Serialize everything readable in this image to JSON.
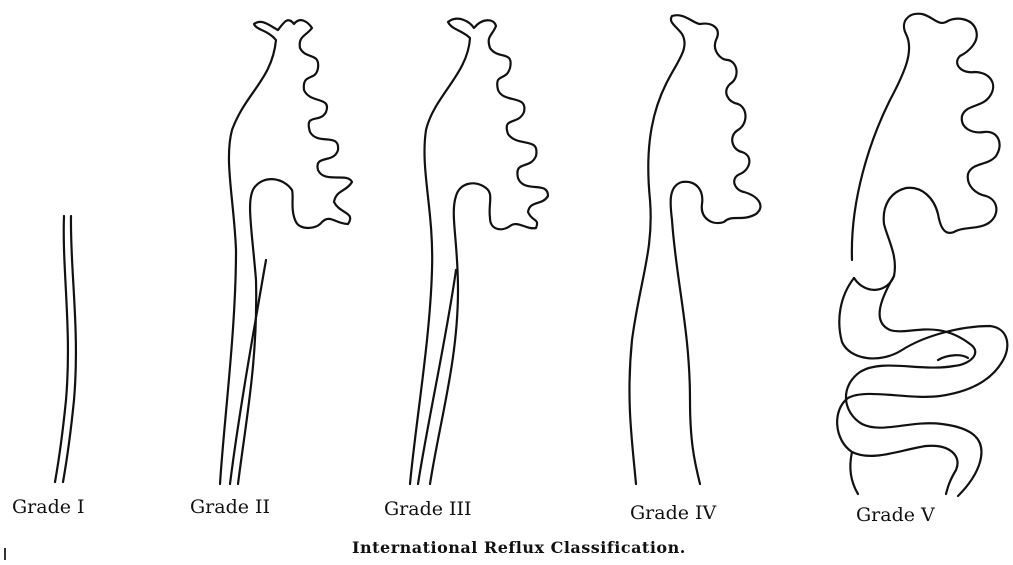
{
  "figure": {
    "caption": "International Reflux Classification.",
    "grades": [
      {
        "label": "Grade I"
      },
      {
        "label": "Grade II"
      },
      {
        "label": "Grade III"
      },
      {
        "label": "Grade IV"
      },
      {
        "label": "Grade V"
      }
    ]
  },
  "colors": {
    "line": "#111111",
    "background": "#ffffff"
  }
}
